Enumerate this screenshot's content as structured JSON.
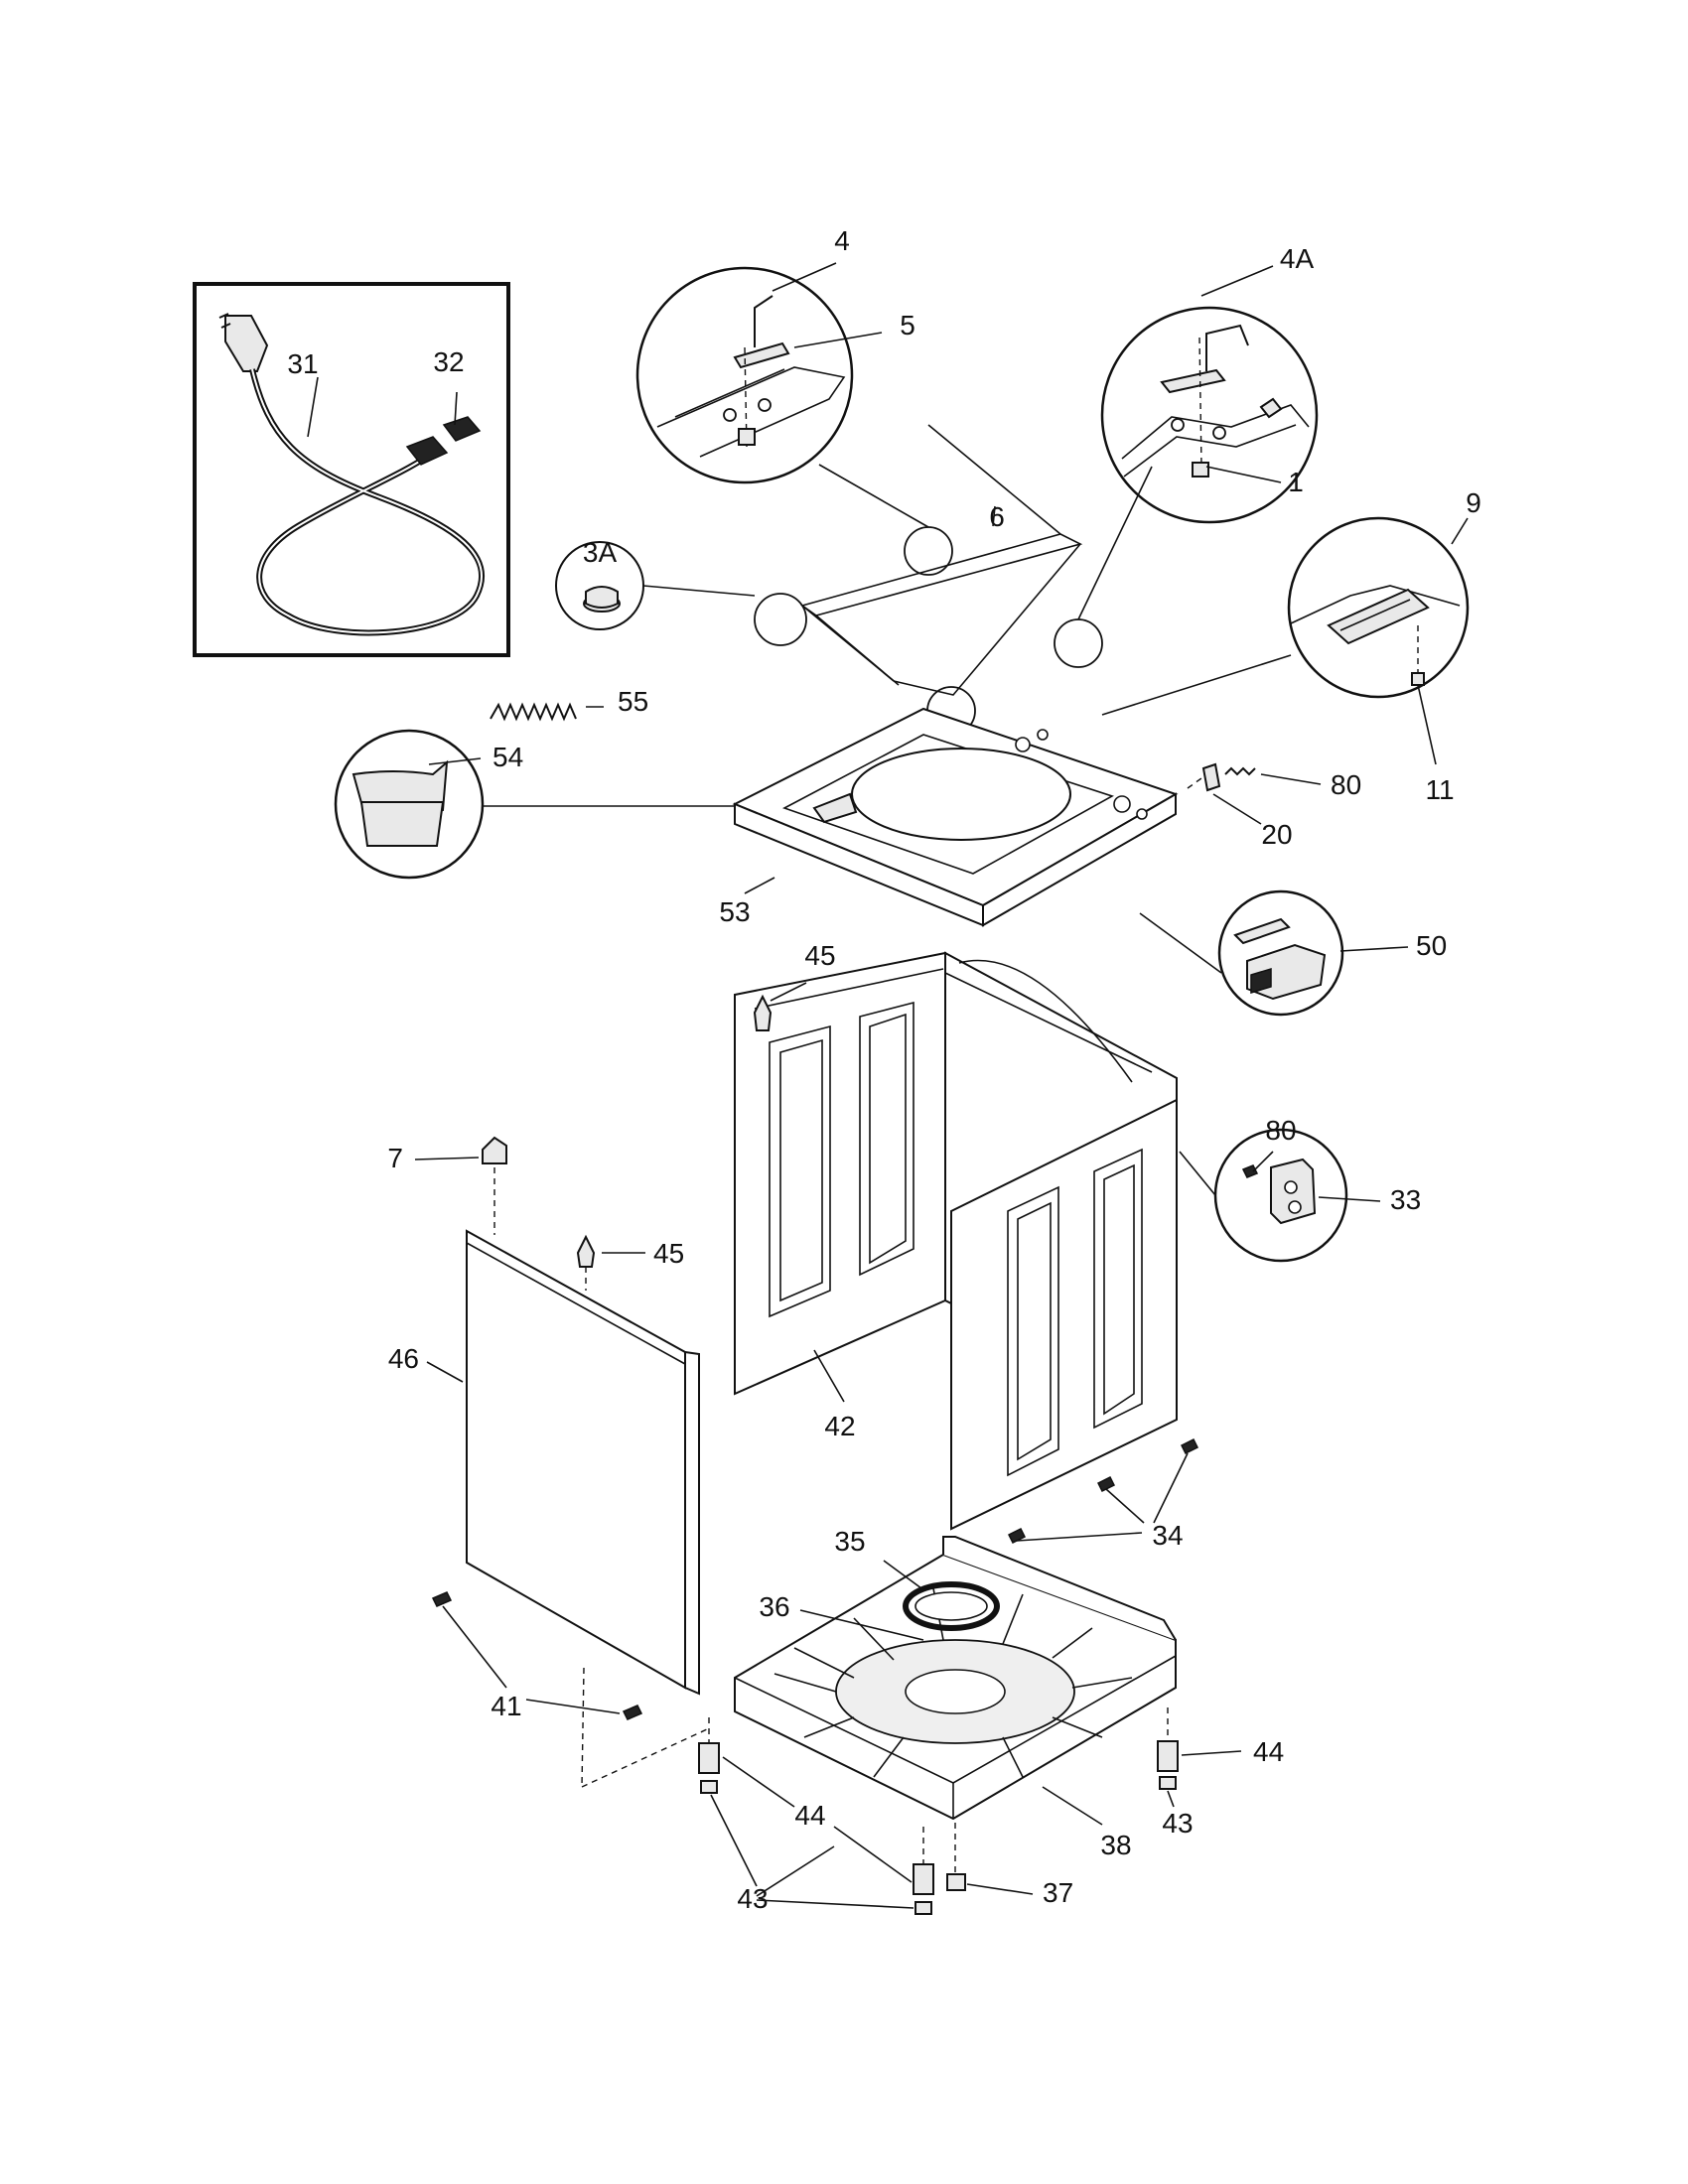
{
  "callouts": [
    {
      "id": "c4",
      "text": "4"
    },
    {
      "id": "c4a",
      "text": "4A"
    },
    {
      "id": "c5",
      "text": "5"
    },
    {
      "id": "c1",
      "text": "1"
    },
    {
      "id": "c31",
      "text": "31"
    },
    {
      "id": "c32",
      "text": "32"
    },
    {
      "id": "c6",
      "text": "6"
    },
    {
      "id": "c3a",
      "text": "3A"
    },
    {
      "id": "c9",
      "text": "9"
    },
    {
      "id": "c11",
      "text": "11"
    },
    {
      "id": "c55",
      "text": "55"
    },
    {
      "id": "c54",
      "text": "54"
    },
    {
      "id": "c80a",
      "text": "80"
    },
    {
      "id": "c20",
      "text": "20"
    },
    {
      "id": "c53",
      "text": "53"
    },
    {
      "id": "c45a",
      "text": "45"
    },
    {
      "id": "c50",
      "text": "50"
    },
    {
      "id": "c80b",
      "text": "80"
    },
    {
      "id": "c7",
      "text": "7"
    },
    {
      "id": "c45b",
      "text": "45"
    },
    {
      "id": "c33",
      "text": "33"
    },
    {
      "id": "c42",
      "text": "42"
    },
    {
      "id": "c46",
      "text": "46"
    },
    {
      "id": "c34",
      "text": "34"
    },
    {
      "id": "c35",
      "text": "35"
    },
    {
      "id": "c36",
      "text": "36"
    },
    {
      "id": "c41",
      "text": "41"
    },
    {
      "id": "c44a",
      "text": "44"
    },
    {
      "id": "c44b",
      "text": "44"
    },
    {
      "id": "c43a",
      "text": "43"
    },
    {
      "id": "c43b",
      "text": "43"
    },
    {
      "id": "c38",
      "text": "38"
    },
    {
      "id": "c37",
      "text": "37"
    }
  ]
}
